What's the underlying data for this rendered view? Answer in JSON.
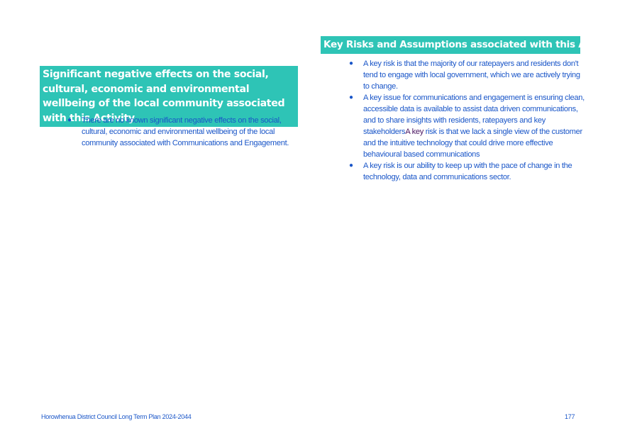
{
  "left_section": {
    "heading": "Significant negative effects on the social, cultural, economic and environmental wellbeing of the local community associated with this Activity",
    "bullets": [
      "There are no known significant negative effects on the social, cultural, economic and environmental wellbeing of the local community associated with Communications and Engagement."
    ]
  },
  "right_section": {
    "heading": "Key Risks and Assumptions associated with this Activity",
    "bullets": [
      {
        "text": "A key risk is that the majority of our ratepayers and residents don't tend to engage with local government, which we are actively trying to change."
      },
      {
        "text_before": "A key issue for communications and engagement is ensuring clean, accessible data is available to assist data driven communications, and to share insights with residents, ratepayers and key stakeholders",
        "highlight": "A key",
        "text_after": " risk is that we lack a single view of the customer and the intuitive technology that could drive more effective behavioural based communications"
      },
      {
        "text": "A key risk is our ability to keep up with the pace of change in the technology, data and communications sector."
      }
    ]
  },
  "footer": {
    "document_title": "Horowhenua District Council Long Term Plan 2024-2044",
    "page_number": "177"
  },
  "colors": {
    "heading_background": "#2ec4b6",
    "heading_text": "#ffffff",
    "body_text": "#1a56c8",
    "accent_text": "#4a1460"
  }
}
